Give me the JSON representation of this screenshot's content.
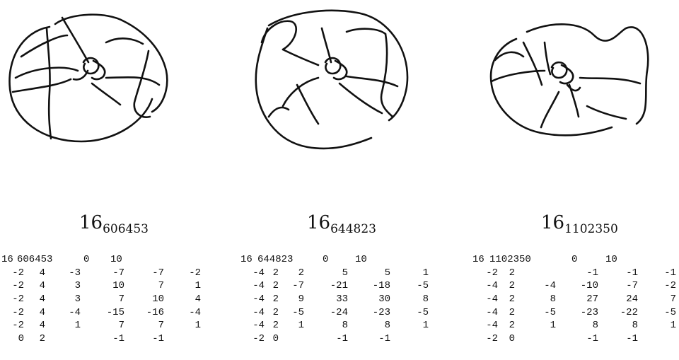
{
  "knots": [
    {
      "label_main": "16",
      "label_sub": "606453",
      "table": {
        "header": [
          "16",
          "606453",
          "0",
          "10"
        ],
        "rows": [
          [
            "-2",
            "4",
            "-3",
            "-7",
            "-7",
            "-2"
          ],
          [
            "-2",
            "4",
            "3",
            "10",
            "7",
            "1"
          ],
          [
            "-2",
            "4",
            "3",
            "7",
            "10",
            "4"
          ],
          [
            "-2",
            "4",
            "-4",
            "-15",
            "-16",
            "-4"
          ],
          [
            "-2",
            "4",
            "1",
            "7",
            "7",
            "1"
          ],
          [
            "0",
            "2",
            "",
            "-1",
            "-1",
            ""
          ]
        ]
      }
    },
    {
      "label_main": "16",
      "label_sub": "644823",
      "table": {
        "header": [
          "16",
          "644823",
          "0",
          "10"
        ],
        "rows": [
          [
            "-4",
            "2",
            "2",
            "5",
            "5",
            "1"
          ],
          [
            "-4",
            "2",
            "-7",
            "-21",
            "-18",
            "-5"
          ],
          [
            "-4",
            "2",
            "9",
            "33",
            "30",
            "8"
          ],
          [
            "-4",
            "2",
            "-5",
            "-24",
            "-23",
            "-5"
          ],
          [
            "-4",
            "2",
            "1",
            "8",
            "8",
            "1"
          ],
          [
            "-2",
            "0",
            "",
            "-1",
            "-1",
            ""
          ]
        ]
      }
    },
    {
      "label_main": "16",
      "label_sub": "1102350",
      "table": {
        "header": [
          "16",
          "1102350",
          "0",
          "10"
        ],
        "rows": [
          [
            "-2",
            "2",
            "",
            "-1",
            "-1",
            "-1"
          ],
          [
            "-4",
            "2",
            "-4",
            "-10",
            "-7",
            "-2"
          ],
          [
            "-4",
            "2",
            "8",
            "27",
            "24",
            "7"
          ],
          [
            "-4",
            "2",
            "-5",
            "-23",
            "-22",
            "-5"
          ],
          [
            "-4",
            "2",
            "1",
            "8",
            "8",
            "1"
          ],
          [
            "-2",
            "0",
            "",
            "-1",
            "-1",
            ""
          ]
        ]
      }
    }
  ]
}
